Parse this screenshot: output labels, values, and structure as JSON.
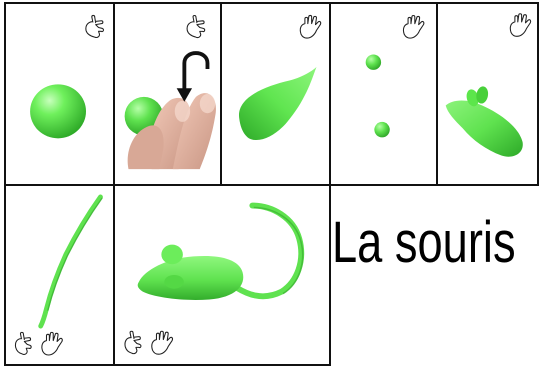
{
  "title": "La souris",
  "colors": {
    "clay": "#5fe24f",
    "clay_shadow": "#2fa32a",
    "border": "#111111"
  },
  "panels": [
    {
      "step": 1,
      "content": "green-ball",
      "icon": "one-hand-point-icon"
    },
    {
      "step": 2,
      "content": "fingers-rolling-ball",
      "icon": "one-hand-point-icon"
    },
    {
      "step": 3,
      "content": "green-teardrop-body",
      "icon": "open-hand-icon"
    },
    {
      "step": 4,
      "content": "two-small-balls",
      "icon": "open-hand-icon"
    },
    {
      "step": 5,
      "content": "body-with-ears",
      "icon": "open-hand-icon"
    },
    {
      "step": 6,
      "content": "rolled-tail",
      "icon": "two-hands-icon"
    },
    {
      "step": 7,
      "content": "finished-mouse",
      "icon": "two-hands-icon"
    }
  ]
}
